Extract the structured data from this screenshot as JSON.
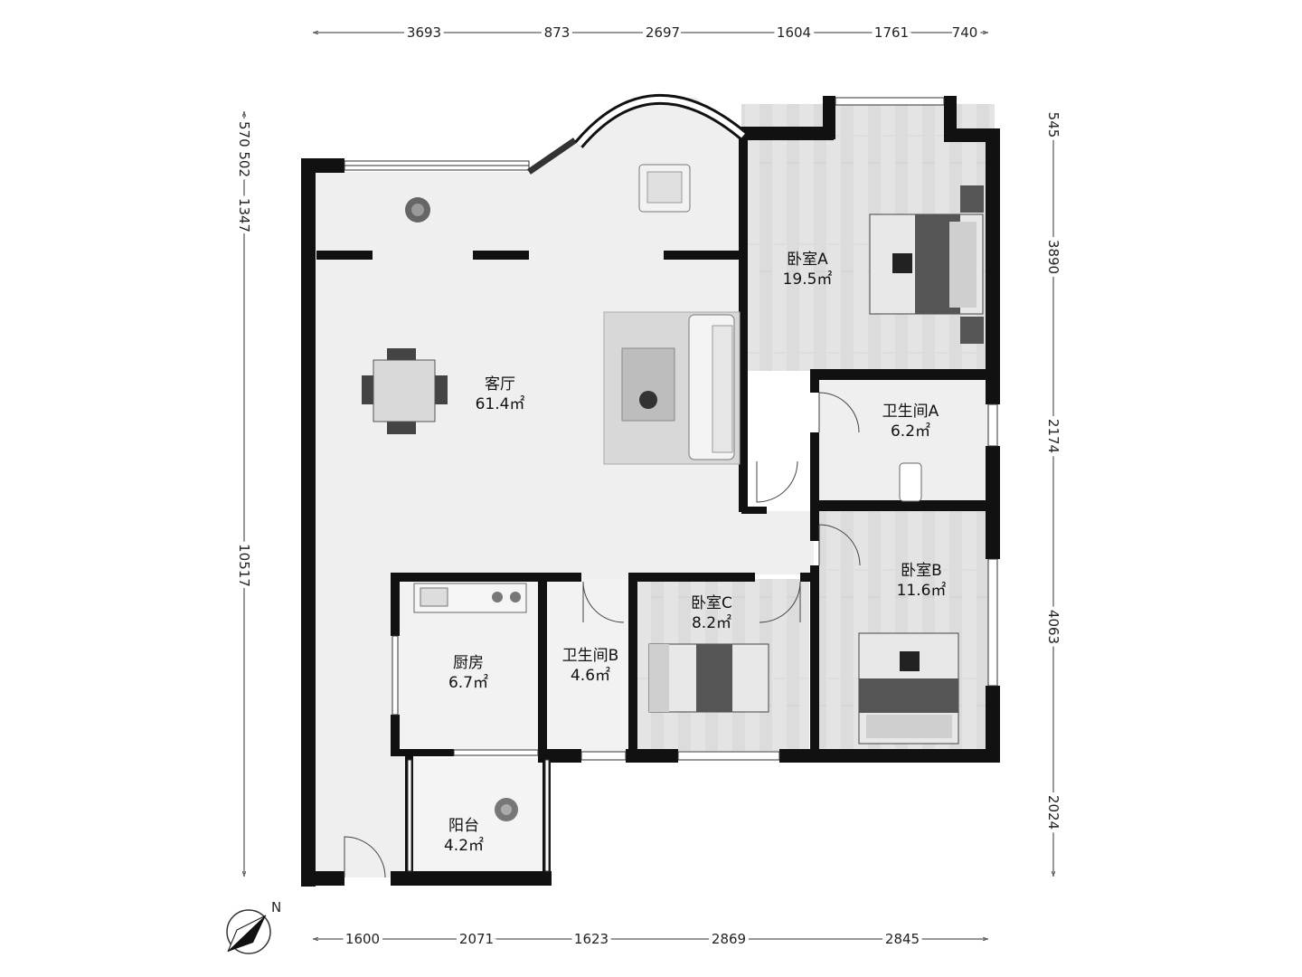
{
  "compass": {
    "label": "N"
  },
  "rooms": [
    {
      "id": "living",
      "name": "客厅",
      "area": "61.4㎡"
    },
    {
      "id": "bedA",
      "name": "卧室A",
      "area": "19.5㎡"
    },
    {
      "id": "bathA",
      "name": "卫生间A",
      "area": "6.2㎡"
    },
    {
      "id": "bedB",
      "name": "卧室B",
      "area": "11.6㎡"
    },
    {
      "id": "bedC",
      "name": "卧室C",
      "area": "8.2㎡"
    },
    {
      "id": "bathB",
      "name": "卫生间B",
      "area": "4.6㎡"
    },
    {
      "id": "kitchen",
      "name": "厨房",
      "area": "6.7㎡"
    },
    {
      "id": "balcony",
      "name": "阳台",
      "area": "4.2㎡"
    }
  ],
  "dimensions": {
    "top": [
      "3693",
      "873",
      "2697",
      "1604",
      "1761",
      "740"
    ],
    "bottom": [
      "1600",
      "2071",
      "1623",
      "2869",
      "2845"
    ],
    "left": [
      "570 502",
      "1347",
      "10517"
    ],
    "right": [
      "545",
      "3890",
      "2174",
      "4063",
      "2024"
    ]
  }
}
